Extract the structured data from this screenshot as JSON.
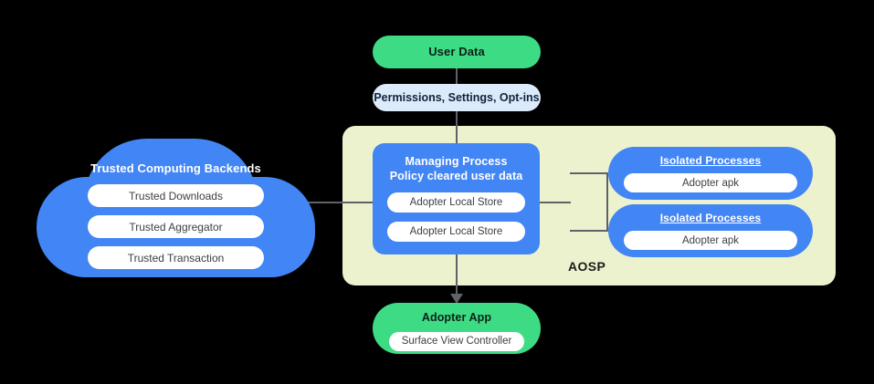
{
  "diagram": {
    "colors": {
      "blue": "#4285F4",
      "green": "#3DDC84",
      "aosp_background": "#EDF2CE",
      "permissions_background": "#DCEBFB",
      "connector": "#5f6368",
      "canvas": "#000000"
    },
    "user_data": {
      "label": "User Data"
    },
    "permissions": {
      "label": "Permissions,  Settings, Opt-ins"
    },
    "cloud": {
      "title": "Trusted Computing Backends",
      "items": [
        {
          "label": "Trusted Downloads"
        },
        {
          "label": "Trusted Aggregator"
        },
        {
          "label": "Trusted Transaction"
        }
      ]
    },
    "aosp": {
      "label": "AOSP",
      "managing_process": {
        "title_line1": "Managing Process",
        "title_line2": "Policy cleared user data",
        "items": [
          {
            "label": "Adopter Local Store"
          },
          {
            "label": "Adopter Local Store"
          }
        ]
      },
      "isolated_processes": [
        {
          "title": "Isolated Processes",
          "item": "Adopter apk"
        },
        {
          "title": "Isolated Processes",
          "item": "Adopter apk"
        }
      ]
    },
    "adopter_app": {
      "title": "Adopter App",
      "item": "Surface View Controller"
    }
  }
}
